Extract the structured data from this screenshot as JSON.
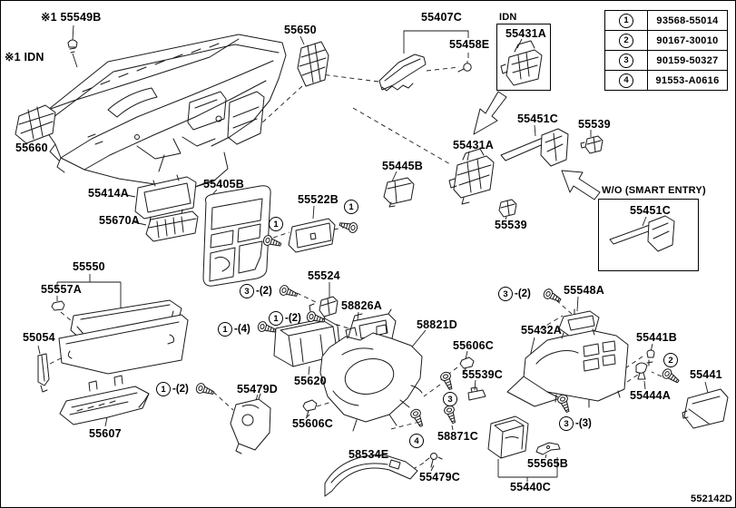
{
  "diagram": {
    "code": "552142D"
  },
  "notes": {
    "ref1_part": "※1 55549B",
    "ref1_idn": "※1 IDN",
    "idn_box_title": "IDN",
    "wo_smart_entry": "W/O (SMART ENTRY)"
  },
  "boxes": {
    "idn_part": "55431A",
    "wo_part": "55451C"
  },
  "fastener_table": {
    "rows": [
      {
        "num": "1",
        "part_no": "93568-55014"
      },
      {
        "num": "2",
        "part_no": "90167-30010"
      },
      {
        "num": "3",
        "part_no": "90159-50327"
      },
      {
        "num": "4",
        "part_no": "91553-A0616"
      }
    ]
  },
  "callouts": [
    {
      "text": "55650"
    },
    {
      "text": "55407C"
    },
    {
      "text": "55458E"
    },
    {
      "text": "55660"
    },
    {
      "text": "55414A"
    },
    {
      "text": "55670A"
    },
    {
      "text": "55405B"
    },
    {
      "text": "55522B"
    },
    {
      "text": "55445B"
    },
    {
      "text": "55431A"
    },
    {
      "text": "55539"
    },
    {
      "text": "55451C"
    },
    {
      "text": "55539"
    },
    {
      "text": "55550"
    },
    {
      "text": "55557A"
    },
    {
      "text": "55054"
    },
    {
      "text": "55524"
    },
    {
      "text": "58826A"
    },
    {
      "text": "58821D"
    },
    {
      "text": "55606C"
    },
    {
      "text": "55539C"
    },
    {
      "text": "55620"
    },
    {
      "text": "55479D"
    },
    {
      "text": "55607"
    },
    {
      "text": "55606C"
    },
    {
      "text": "58871C"
    },
    {
      "text": "58534E"
    },
    {
      "text": "55479C"
    },
    {
      "text": "55565B"
    },
    {
      "text": "55440C"
    },
    {
      "text": "55432A"
    },
    {
      "text": "55548A"
    },
    {
      "text": "55441B"
    },
    {
      "text": "55444A"
    },
    {
      "text": "55441"
    }
  ],
  "fasteners": [
    {
      "num": "1",
      "suffix": ""
    },
    {
      "num": "1",
      "suffix": ""
    },
    {
      "num": "3",
      "suffix": "-(2)"
    },
    {
      "num": "1",
      "suffix": "-(2)"
    },
    {
      "num": "1",
      "suffix": "-(4)"
    },
    {
      "num": "1",
      "suffix": "-(2)"
    },
    {
      "num": "3",
      "suffix": ""
    },
    {
      "num": "4",
      "suffix": ""
    },
    {
      "num": "3",
      "suffix": "-(2)"
    },
    {
      "num": "2",
      "suffix": ""
    },
    {
      "num": "3",
      "suffix": "-(3)"
    }
  ]
}
